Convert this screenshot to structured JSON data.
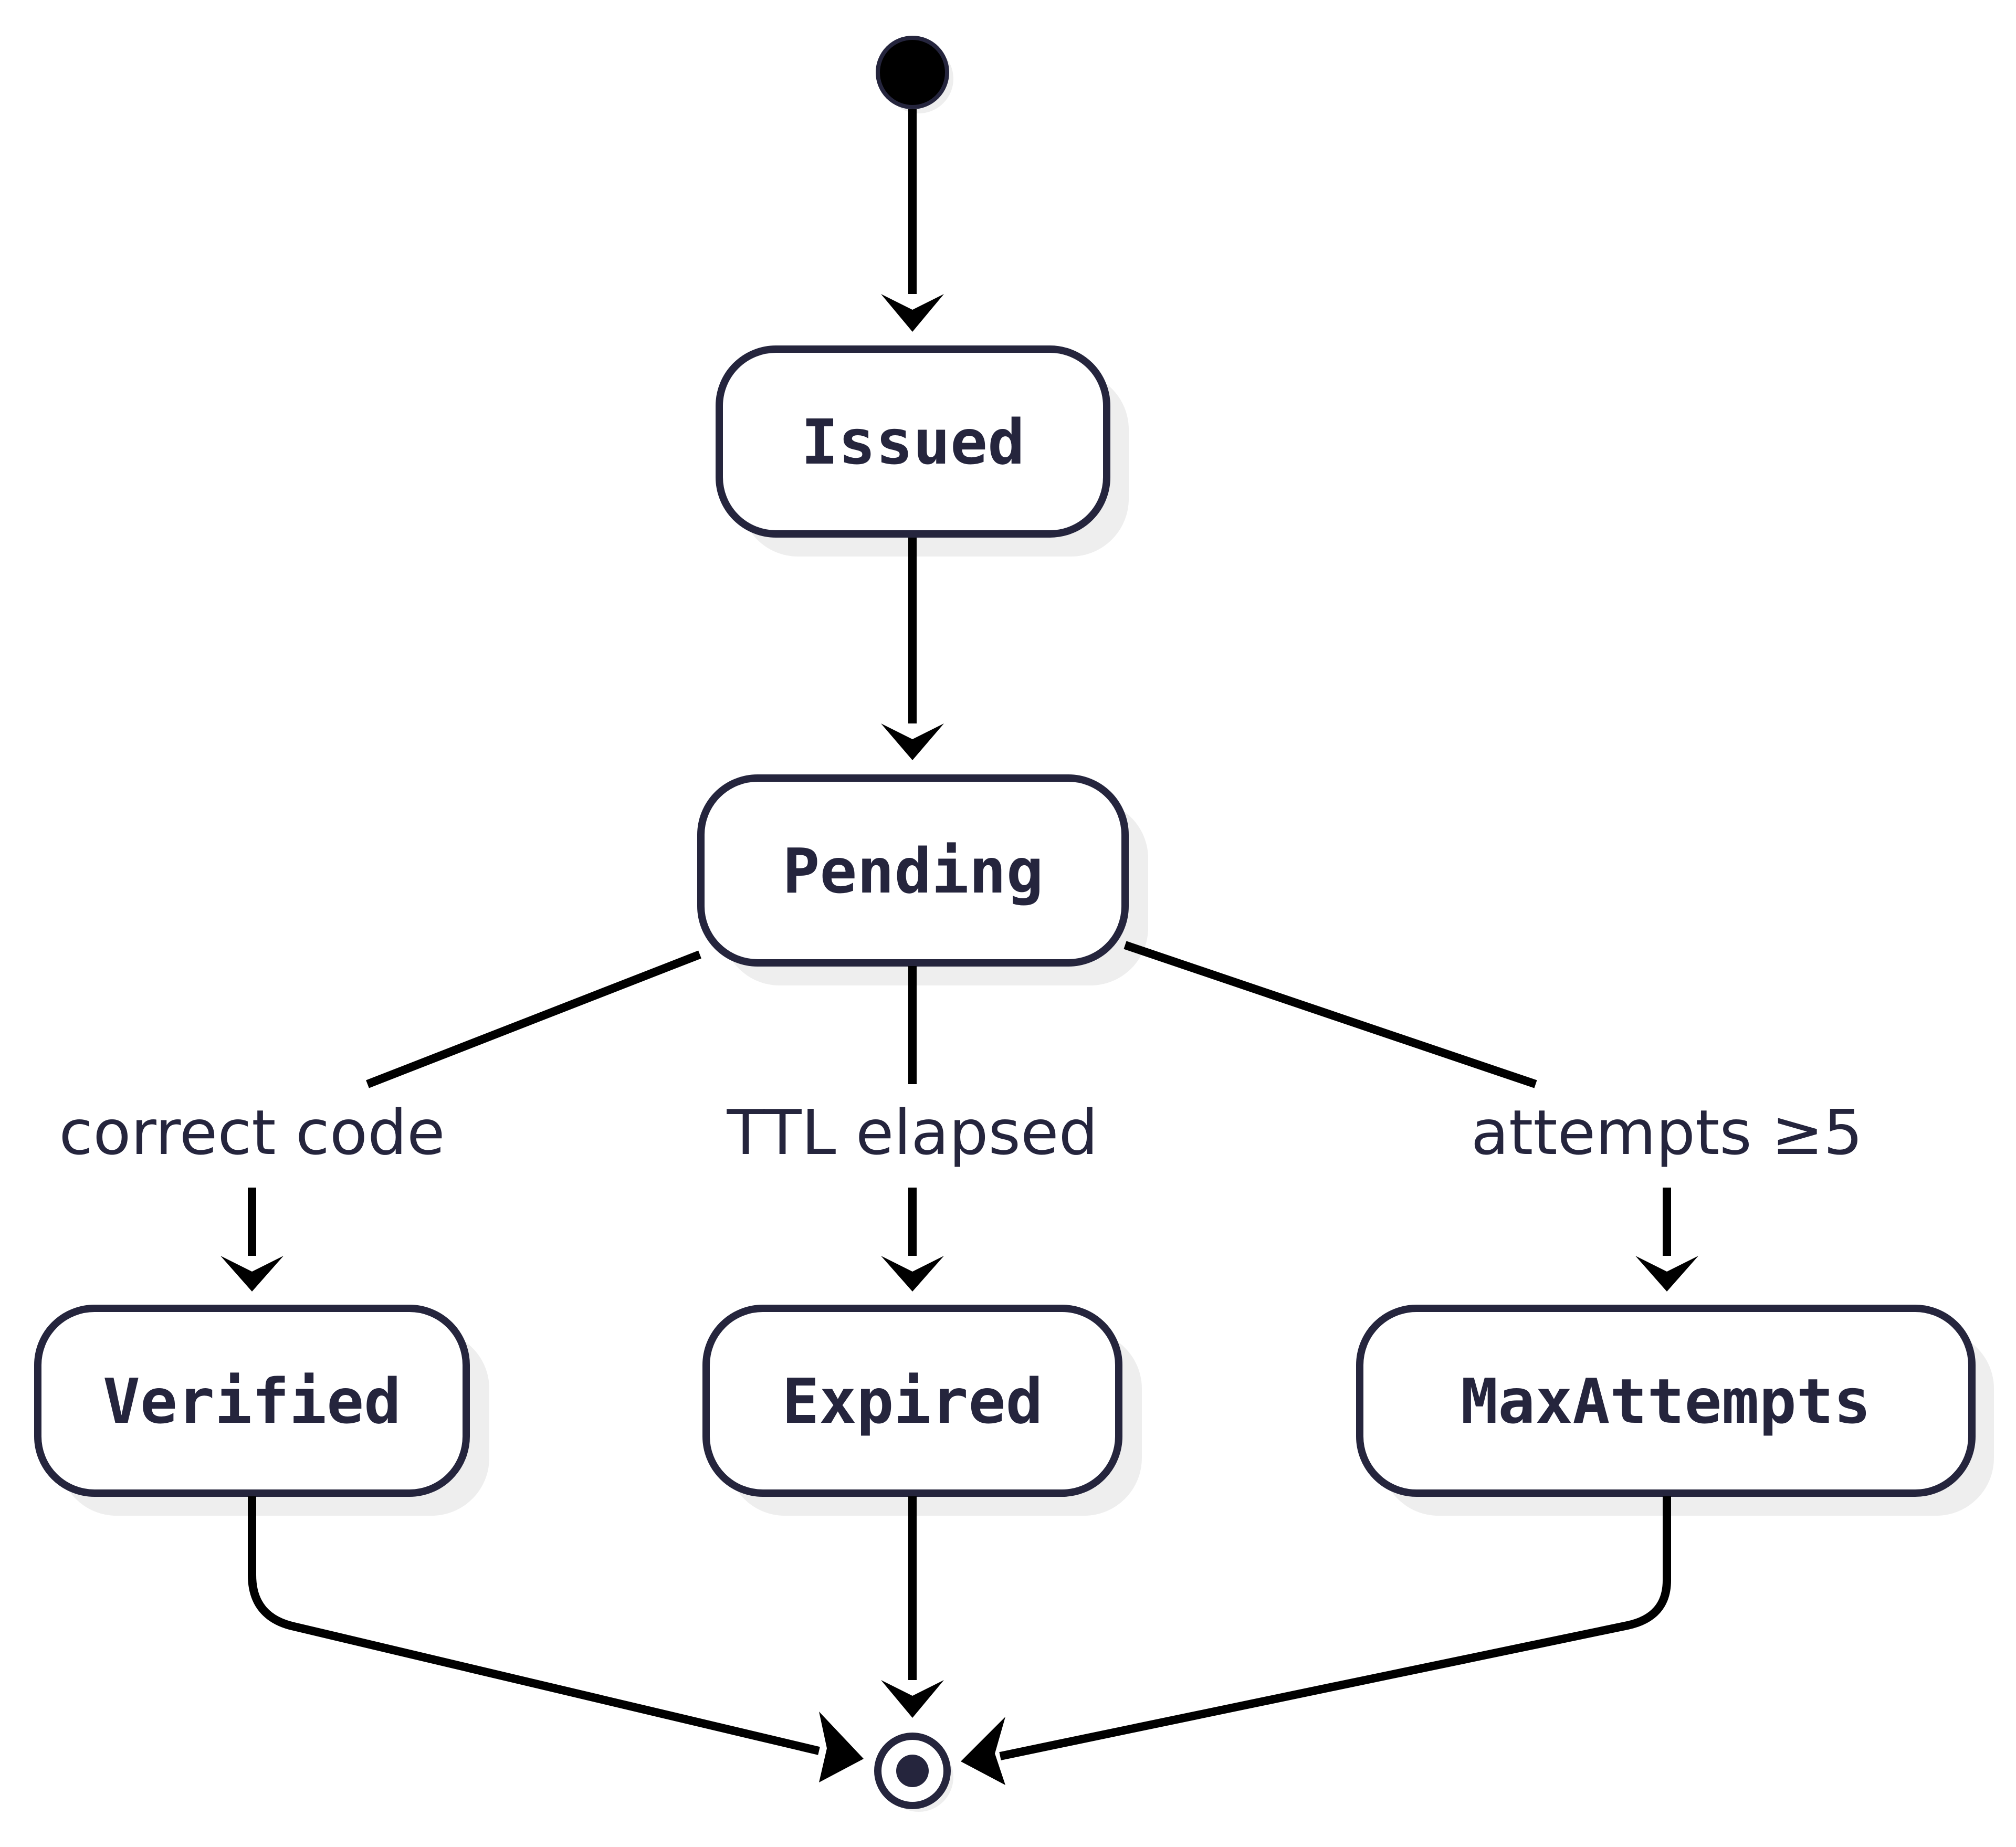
{
  "states": {
    "issued": "Issued",
    "pending": "Pending",
    "verified": "Verified",
    "expired": "Expired",
    "max_attempts": "MaxAttempts"
  },
  "transitions": {
    "to_verified": "correct code",
    "to_expired": "TTL elapsed",
    "to_max_attempts": "attempts ≥5"
  },
  "colors": {
    "stroke": "#25253d",
    "edge": "#000000",
    "shadow": "#eeeeee",
    "text": "#25253d"
  }
}
